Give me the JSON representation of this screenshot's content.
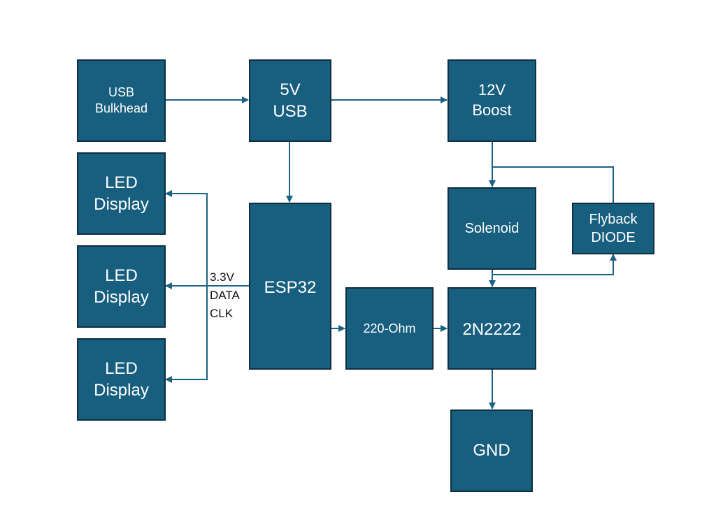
{
  "diagram": {
    "title": "",
    "blocks": {
      "usb_bulkhead": "USB\nBulkhead",
      "usb_5v": "5V\nUSB",
      "boost_12v": "12V\nBoost",
      "led_display_1": "LED\nDisplay",
      "led_display_2": "LED\nDisplay",
      "led_display_3": "LED\nDisplay",
      "esp32": "ESP32",
      "resistor": "220-Ohm",
      "transistor": "2N2222",
      "solenoid": "Solenoid",
      "flyback_diode": "Flyback\nDIODE",
      "gnd": "GND"
    },
    "signal_label": "3.3V\nDATA\nCLK",
    "connections": [
      {
        "from": "USB Bulkhead",
        "to": "5V USB"
      },
      {
        "from": "5V USB",
        "to": "12V Boost"
      },
      {
        "from": "5V USB",
        "to": "ESP32"
      },
      {
        "from": "ESP32",
        "to": "LED Display 1"
      },
      {
        "from": "ESP32",
        "to": "LED Display 2"
      },
      {
        "from": "ESP32",
        "to": "LED Display 3"
      },
      {
        "from": "ESP32",
        "to": "220-Ohm"
      },
      {
        "from": "220-Ohm",
        "to": "2N2222"
      },
      {
        "from": "12V Boost",
        "to": "Solenoid"
      },
      {
        "from": "12V Boost",
        "to": "Flyback DIODE"
      },
      {
        "from": "Solenoid",
        "to": "2N2222"
      },
      {
        "from": "Solenoid",
        "to": "Flyback DIODE"
      },
      {
        "from": "2N2222",
        "to": "GND"
      }
    ],
    "colors": {
      "block_fill": "#175e7f",
      "block_border": "#0e2f42",
      "wire": "#1b6284"
    }
  }
}
